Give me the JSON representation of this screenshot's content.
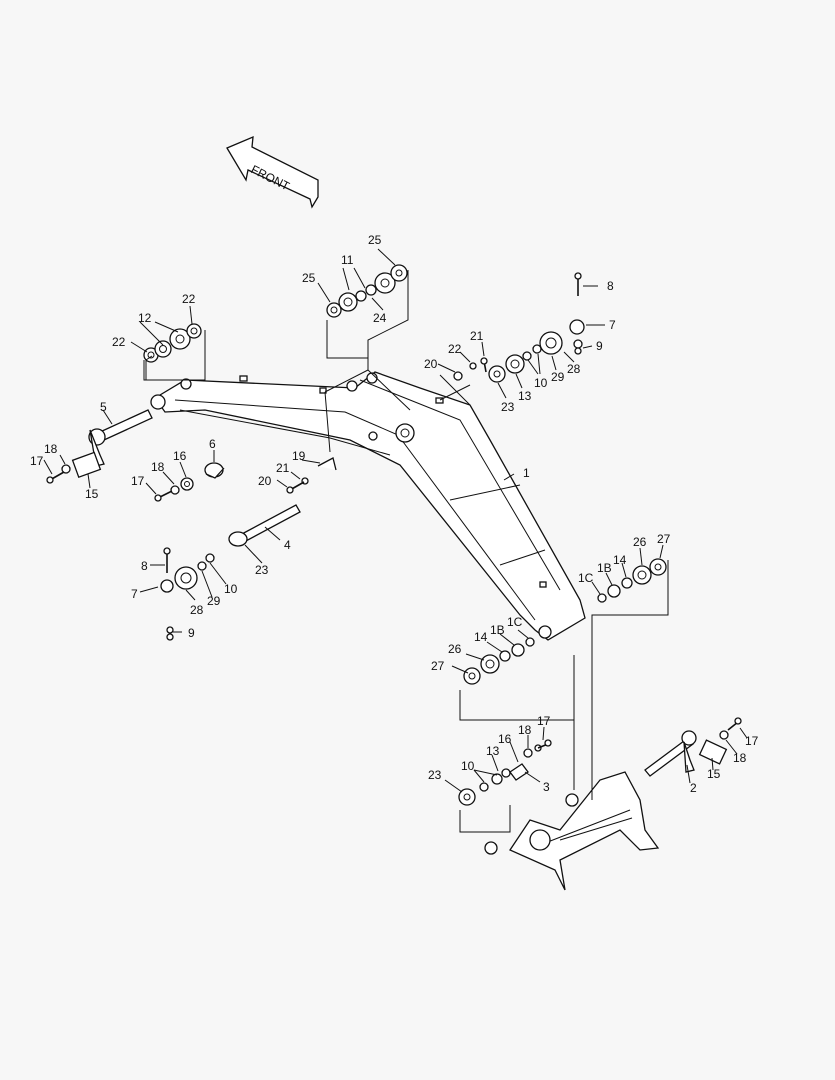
{
  "front_arrow": {
    "label": "FRONT"
  },
  "labels": {
    "l1": "1",
    "l2": "2",
    "l3": "3",
    "l4": "4",
    "l5": "5",
    "l6": "6",
    "l7a": "7",
    "l7b": "7",
    "l8a": "8",
    "l8b": "8",
    "l9a": "9",
    "l9b": "9",
    "l10a": "10",
    "l10b": "10",
    "l10c": "10",
    "l11": "11",
    "l12": "12",
    "l13a": "13",
    "l13b": "13",
    "l14a": "14",
    "l14b": "14",
    "l15a": "15",
    "l15b": "15",
    "l16a": "16",
    "l16b": "16",
    "l17a": "17",
    "l17b": "17",
    "l17c": "17",
    "l17d": "17",
    "l18a": "18",
    "l18b": "18",
    "l18c": "18",
    "l18d": "18",
    "l19": "19",
    "l20a": "20",
    "l20b": "20",
    "l21a": "21",
    "l21b": "21",
    "l22a": "22",
    "l22b": "22",
    "l22c": "22",
    "l23a": "23",
    "l23b": "23",
    "l23c": "23",
    "l24": "24",
    "l25a": "25",
    "l25b": "25",
    "l26a": "26",
    "l26b": "26",
    "l27a": "27",
    "l27b": "27",
    "l28a": "28",
    "l28b": "28",
    "l29a": "29",
    "l29b": "29",
    "l1Ba": "1B",
    "l1Bb": "1B",
    "l1Ca": "1C",
    "l1Cb": "1C"
  }
}
